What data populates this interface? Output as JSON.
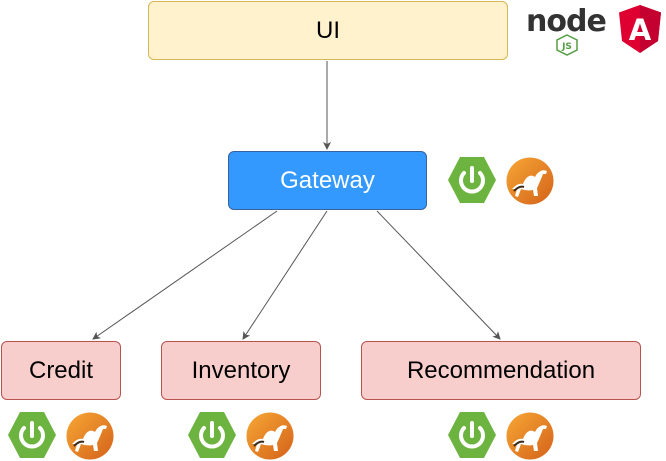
{
  "nodes": {
    "ui": "UI",
    "gateway": "Gateway",
    "credit": "Credit",
    "inventory": "Inventory",
    "recommendation": "Recommendation"
  },
  "logos": {
    "node": {
      "text": "node",
      "badge": "JS"
    },
    "angular": {
      "letter": "A"
    }
  },
  "icons": {
    "gateway": [
      "spring-boot-icon",
      "camel-icon"
    ],
    "credit": [
      "spring-boot-icon",
      "camel-icon"
    ],
    "inventory": [
      "spring-boot-icon",
      "camel-icon"
    ],
    "recommendation": [
      "spring-boot-icon",
      "camel-icon"
    ]
  },
  "colors": {
    "ui_fill": "#fff2cc",
    "gateway_fill": "#3399ff",
    "service_fill": "#f8cecc",
    "spring_green": "#6db33f",
    "camel_orange": "#e87d1e",
    "angular_red": "#dd0031",
    "node_green": "#539e43"
  }
}
